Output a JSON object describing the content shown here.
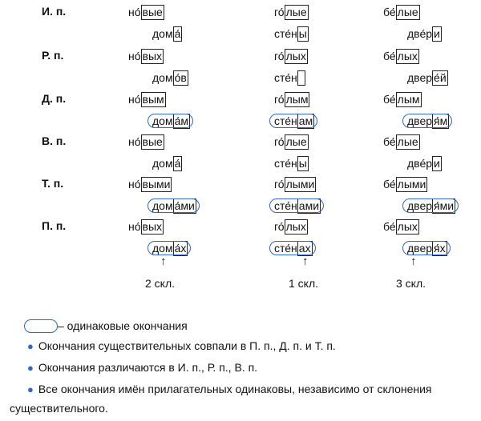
{
  "cases": [
    {
      "label": "И. п.",
      "adj": [
        [
          "но́",
          "вые"
        ],
        [
          "го́",
          "лые"
        ],
        [
          "бе́",
          "лые"
        ]
      ],
      "noun": [
        [
          "дом",
          "а́"
        ],
        [
          "сте́н",
          "ы"
        ],
        [
          "две́р",
          "и"
        ]
      ]
    },
    {
      "label": "Р. п.",
      "adj": [
        [
          "но́",
          "вых"
        ],
        [
          "го́",
          "лых"
        ],
        [
          "бе́",
          "лых"
        ]
      ],
      "noun": [
        [
          "дом",
          "о́в"
        ],
        [
          "сте́н",
          ""
        ],
        [
          "двер",
          "е́й"
        ]
      ]
    },
    {
      "label": "Д. п.",
      "adj": [
        [
          "но́",
          "вым"
        ],
        [
          "го́",
          "лым"
        ],
        [
          "бе́",
          "лым"
        ]
      ],
      "noun": [
        [
          "дом",
          "а́м"
        ],
        [
          "сте́н",
          "ам"
        ],
        [
          "двер",
          "я́м"
        ]
      ]
    },
    {
      "label": "В. п.",
      "adj": [
        [
          "но́",
          "вые"
        ],
        [
          "го́",
          "лые"
        ],
        [
          "бе́",
          "лые"
        ]
      ],
      "noun": [
        [
          "дом",
          "а́"
        ],
        [
          "сте́н",
          "ы"
        ],
        [
          "две́р",
          "и"
        ]
      ]
    },
    {
      "label": "Т. п.",
      "adj": [
        [
          "но́",
          "выми"
        ],
        [
          "го́",
          "лыми"
        ],
        [
          "бе́",
          "лыми"
        ]
      ],
      "noun": [
        [
          "дом",
          "а́ми"
        ],
        [
          "сте́н",
          "ами"
        ],
        [
          "двер",
          "я́ми"
        ]
      ]
    },
    {
      "label": "П. п.",
      "adj": [
        [
          "но́",
          "вых"
        ],
        [
          "го́",
          "лых"
        ],
        [
          "бе́",
          "лых"
        ]
      ],
      "noun": [
        [
          "дом",
          "а́х"
        ],
        [
          "сте́н",
          "ах"
        ],
        [
          "двер",
          "я́х"
        ]
      ]
    }
  ],
  "arrow": "↑",
  "declensions": [
    "2 скл.",
    "1 скл.",
    "3 скл."
  ],
  "legend": "– одинаковые окончания",
  "bullets": [
    "Окончания существительных совпали в П. п., Д. п. и Т. п.",
    "Окончания различаются в И. п., Р. п., В. п.",
    "Все окончания имён прилагательных одинаковы, независимо от склонения"
  ],
  "bullet_continuation": "существительного.",
  "colors": {
    "accent": "#2f66c8",
    "box": "#222222"
  }
}
